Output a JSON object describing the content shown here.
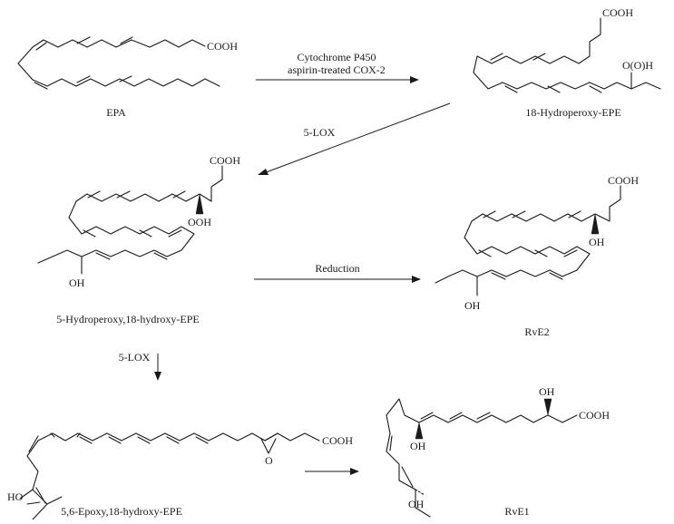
{
  "compounds": {
    "epa": {
      "name": "EPA",
      "cooh": "COOH"
    },
    "hpepe": {
      "name": "18-Hydroperoxy-EPE",
      "cooh": "COOH",
      "subst": "O(O)H"
    },
    "hp5": {
      "name": "5-Hydroperoxy,18-hydroxy-EPE",
      "cooh": "COOH",
      "ooh": "OOH",
      "oh": "OH"
    },
    "rve2": {
      "name": "RvE2",
      "cooh": "COOH",
      "oh5": "OH",
      "oh18": "OH"
    },
    "epoxy": {
      "name": "5,6-Epoxy,18-hydroxy-EPE",
      "cooh": "COOH",
      "o": "O",
      "ho": "HO"
    },
    "rve1": {
      "name": "RvE1",
      "cooh": "COOH",
      "oh5": "OH",
      "oh12": "OH",
      "oh18": "OH"
    }
  },
  "arrows": {
    "a1": {
      "line1": "Cytochrome P450",
      "line2": "aspirin-treated COX-2"
    },
    "a2": {
      "label": "5-LOX"
    },
    "a3": {
      "label": "Reduction"
    },
    "a4": {
      "label": "5-LOX"
    },
    "a5": {
      "label": ""
    }
  }
}
